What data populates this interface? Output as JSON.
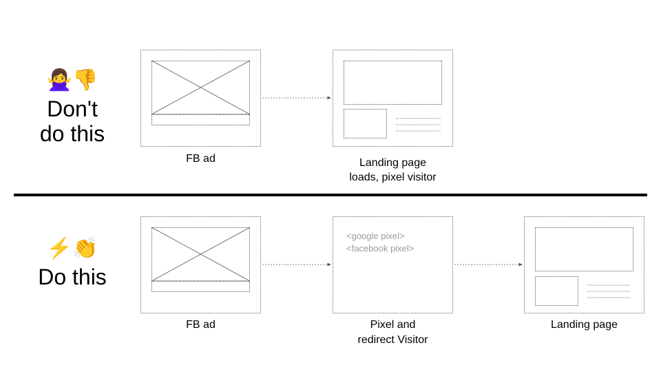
{
  "top": {
    "emoji": "🙅‍♀️👎",
    "heading_line1": "Don't",
    "heading_line2": "do this",
    "ad_caption": "FB ad",
    "landing_caption_line1": "Landing page",
    "landing_caption_line2": "loads, pixel visitor"
  },
  "bottom": {
    "emoji": "⚡👏",
    "heading": "Do this",
    "ad_caption": "FB ad",
    "pixel_code_line1": "<google pixel>",
    "pixel_code_line2": "<facebook pixel>",
    "pixel_caption_line1": "Pixel and",
    "pixel_caption_line2": "redirect Visitor",
    "landing_caption": "Landing page"
  },
  "colors": {
    "divider": "#000000",
    "dotted": "#666666",
    "code_text": "#9a9a9a"
  }
}
